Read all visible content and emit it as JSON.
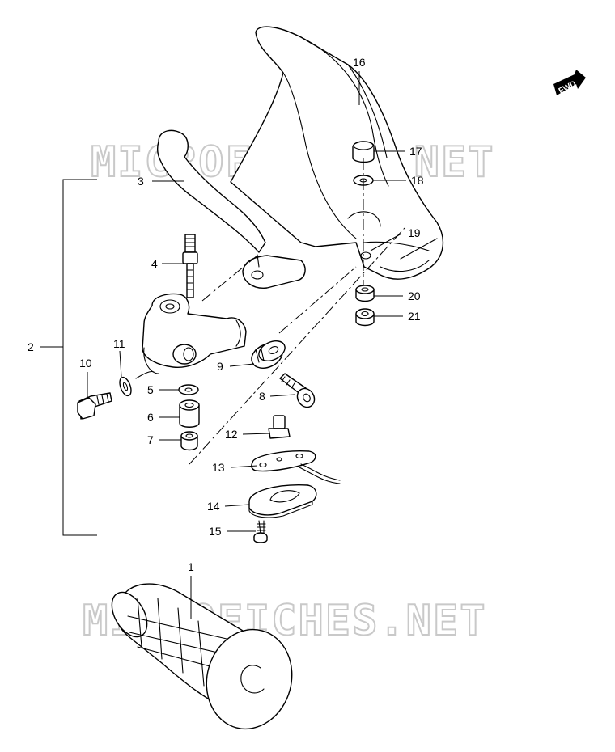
{
  "watermark": "MICROFICHES.NET",
  "direction_badge": "FWD",
  "callouts": [
    {
      "id": "c1",
      "label": "1"
    },
    {
      "id": "c2",
      "label": "2"
    },
    {
      "id": "c3",
      "label": "3"
    },
    {
      "id": "c4",
      "label": "4"
    },
    {
      "id": "c5",
      "label": "5"
    },
    {
      "id": "c6",
      "label": "6"
    },
    {
      "id": "c7",
      "label": "7"
    },
    {
      "id": "c8",
      "label": "8"
    },
    {
      "id": "c9",
      "label": "9"
    },
    {
      "id": "c10",
      "label": "10"
    },
    {
      "id": "c11",
      "label": "11"
    },
    {
      "id": "c12",
      "label": "12"
    },
    {
      "id": "c13",
      "label": "13"
    },
    {
      "id": "c14",
      "label": "14"
    },
    {
      "id": "c15",
      "label": "15"
    },
    {
      "id": "c16",
      "label": "16"
    },
    {
      "id": "c17",
      "label": "17"
    },
    {
      "id": "c18",
      "label": "18"
    },
    {
      "id": "c19",
      "label": "19"
    },
    {
      "id": "c20",
      "label": "20"
    },
    {
      "id": "c21",
      "label": "21"
    }
  ]
}
